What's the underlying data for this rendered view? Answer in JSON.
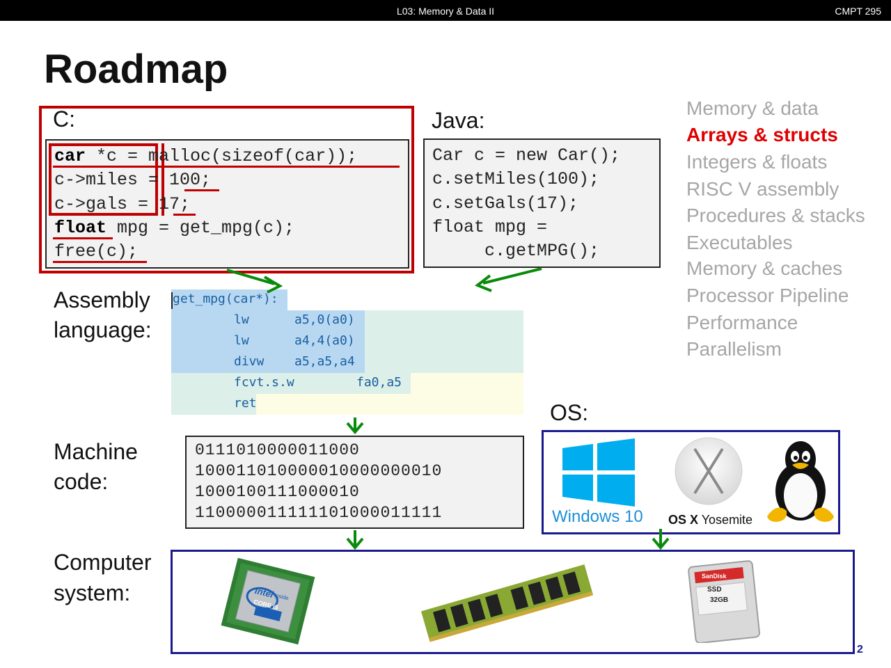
{
  "header": {
    "lecture": "L03:  Memory & Data II",
    "course": "CMPT 295"
  },
  "title": "Roadmap",
  "c_section": {
    "label": "C:",
    "lines": {
      "l1_kw": "car",
      "l1_rest": " *c = malloc(sizeof(car));",
      "l2": "c->miles = 100;",
      "l3": "c->gals = 17;",
      "l4_kw": "float",
      "l4_rest": " mpg = get_mpg(c);",
      "l5": "free(c);"
    }
  },
  "java_section": {
    "label": "Java:",
    "lines": [
      "Car c = new Car();",
      "c.setMiles(100);",
      "c.setGals(17);",
      "float mpg =",
      "     c.getMPG();"
    ]
  },
  "assembly": {
    "label_line1": "Assembly",
    "label_line2": "language:",
    "function_label": "get_mpg(car*):",
    "instructions": [
      {
        "op": "lw",
        "args": "a5,0(a0)"
      },
      {
        "op": "lw",
        "args": "a4,4(a0)"
      },
      {
        "op": "divw",
        "args": "a5,a5,a4"
      },
      {
        "op": "fcvt.s.w",
        "args": "fa0,a5"
      },
      {
        "op": "ret",
        "args": ""
      }
    ]
  },
  "machine_code": {
    "label_line1": "Machine",
    "label_line2": "code:",
    "lines": [
      "0111010000011000",
      "100011010000010000000010",
      "1000100111000010",
      "110000011111101000011111"
    ]
  },
  "os": {
    "label": "OS:",
    "windows_label": "Windows 10",
    "osx_label_bold": "OS X",
    "osx_label_rest": " Yosemite"
  },
  "computer_system": {
    "label_line1": "Computer",
    "label_line2": "system:",
    "cpu_brand": "intel",
    "cpu_sub": "inside",
    "cpu_model": "CORE i5",
    "ssd_brand": "SanDisk",
    "ssd_type": "SSD",
    "ssd_size": "32GB"
  },
  "roadmap": {
    "items": [
      "Memory & data",
      "Arrays & structs",
      "Integers & floats",
      "RISC V assembly",
      "Procedures & stacks",
      "Executables",
      "Memory & caches",
      "Processor Pipeline",
      "Performance",
      "Parallelism"
    ],
    "active_index": 1,
    "active_color": "#e00000",
    "inactive_color": "#a6a6a6"
  },
  "page_number": "2",
  "colors": {
    "highlight_red": "#c00000",
    "box_blue": "#1a1a8c",
    "arrow_green": "#0a8a0a"
  }
}
